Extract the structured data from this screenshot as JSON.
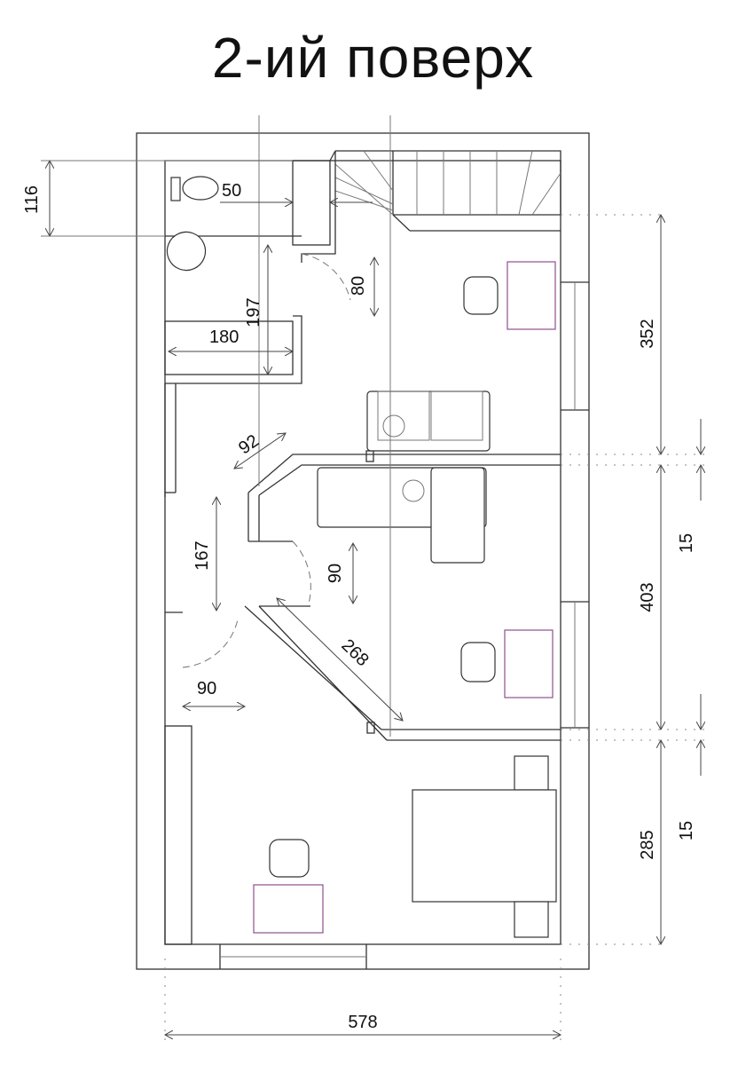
{
  "title": "2-ий поверх",
  "dimensions": {
    "bath_height": "116",
    "wc_gap": "50",
    "door_width_bath": "80",
    "bath_length": "180",
    "bath_depth": "197",
    "room1_width": "352",
    "wall_thickness_1": "15",
    "diag_wall": "92",
    "corridor_length": "167",
    "door_width_mid": "90",
    "room2_width": "403",
    "diag_length": "268",
    "door_width_low": "90",
    "wall_thickness_2": "15",
    "room3_width": "285",
    "total_width": "578"
  },
  "colors": {
    "wall": "#333333",
    "desk": "#8e4f8e"
  }
}
